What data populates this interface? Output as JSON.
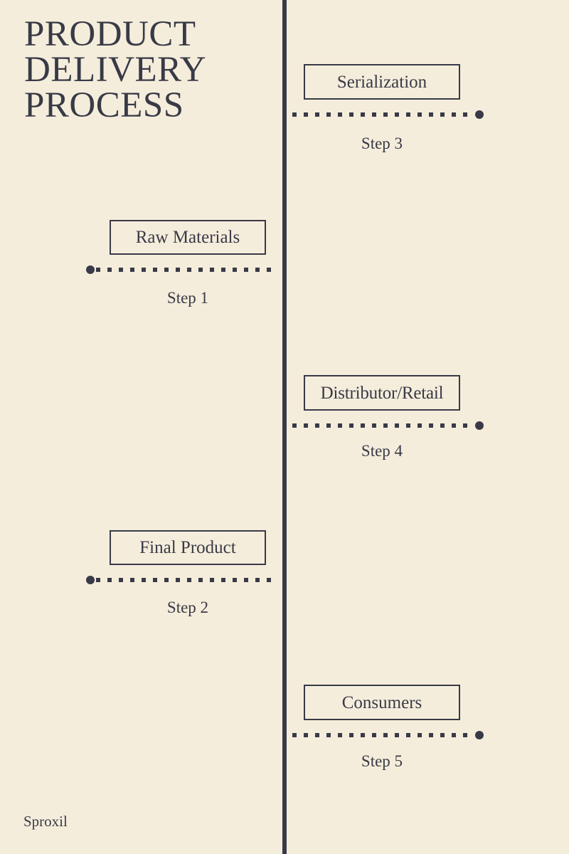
{
  "meta": {
    "background_color": "#F5EDDB",
    "ink_color": "#383A47"
  },
  "title": {
    "text": "PRODUCT\nDELIVERY\nPROCESS"
  },
  "divider": {
    "name": "center-vertical-divider"
  },
  "steps": [
    {
      "id": "step-1",
      "side": "left",
      "box_label": "Raw Materials",
      "caption": "Step 1",
      "knob_side": "left"
    },
    {
      "id": "step-2",
      "side": "left",
      "box_label": "Final Product",
      "caption": "Step 2",
      "knob_side": "left"
    },
    {
      "id": "step-3",
      "side": "right",
      "box_label": "Serialization",
      "caption": "Step 3",
      "knob_side": "right"
    },
    {
      "id": "step-4",
      "side": "right",
      "box_label": "Distributor/Retail",
      "caption": "Step 4",
      "knob_side": "right"
    },
    {
      "id": "step-5",
      "side": "right",
      "box_label": "Consumers",
      "caption": "Step 5",
      "knob_side": "right"
    }
  ],
  "footer": {
    "brand": "Sproxil"
  }
}
